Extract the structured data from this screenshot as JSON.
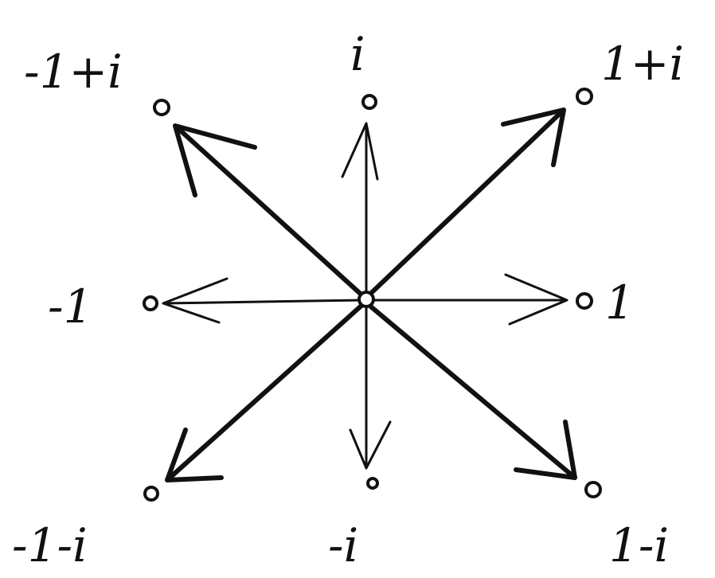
{
  "diagram": {
    "points": [
      {
        "id": "i",
        "label": "i"
      },
      {
        "id": "neg-i",
        "label": "-i"
      },
      {
        "id": "one",
        "label": "1"
      },
      {
        "id": "neg-one",
        "label": "-1"
      },
      {
        "id": "one-plus-i",
        "label": "1+i"
      },
      {
        "id": "neg-one-plus-i",
        "label": "-1+i"
      },
      {
        "id": "one-minus-i",
        "label": "1-i"
      },
      {
        "id": "neg-one-minus-i",
        "label": "-1-i"
      }
    ]
  }
}
